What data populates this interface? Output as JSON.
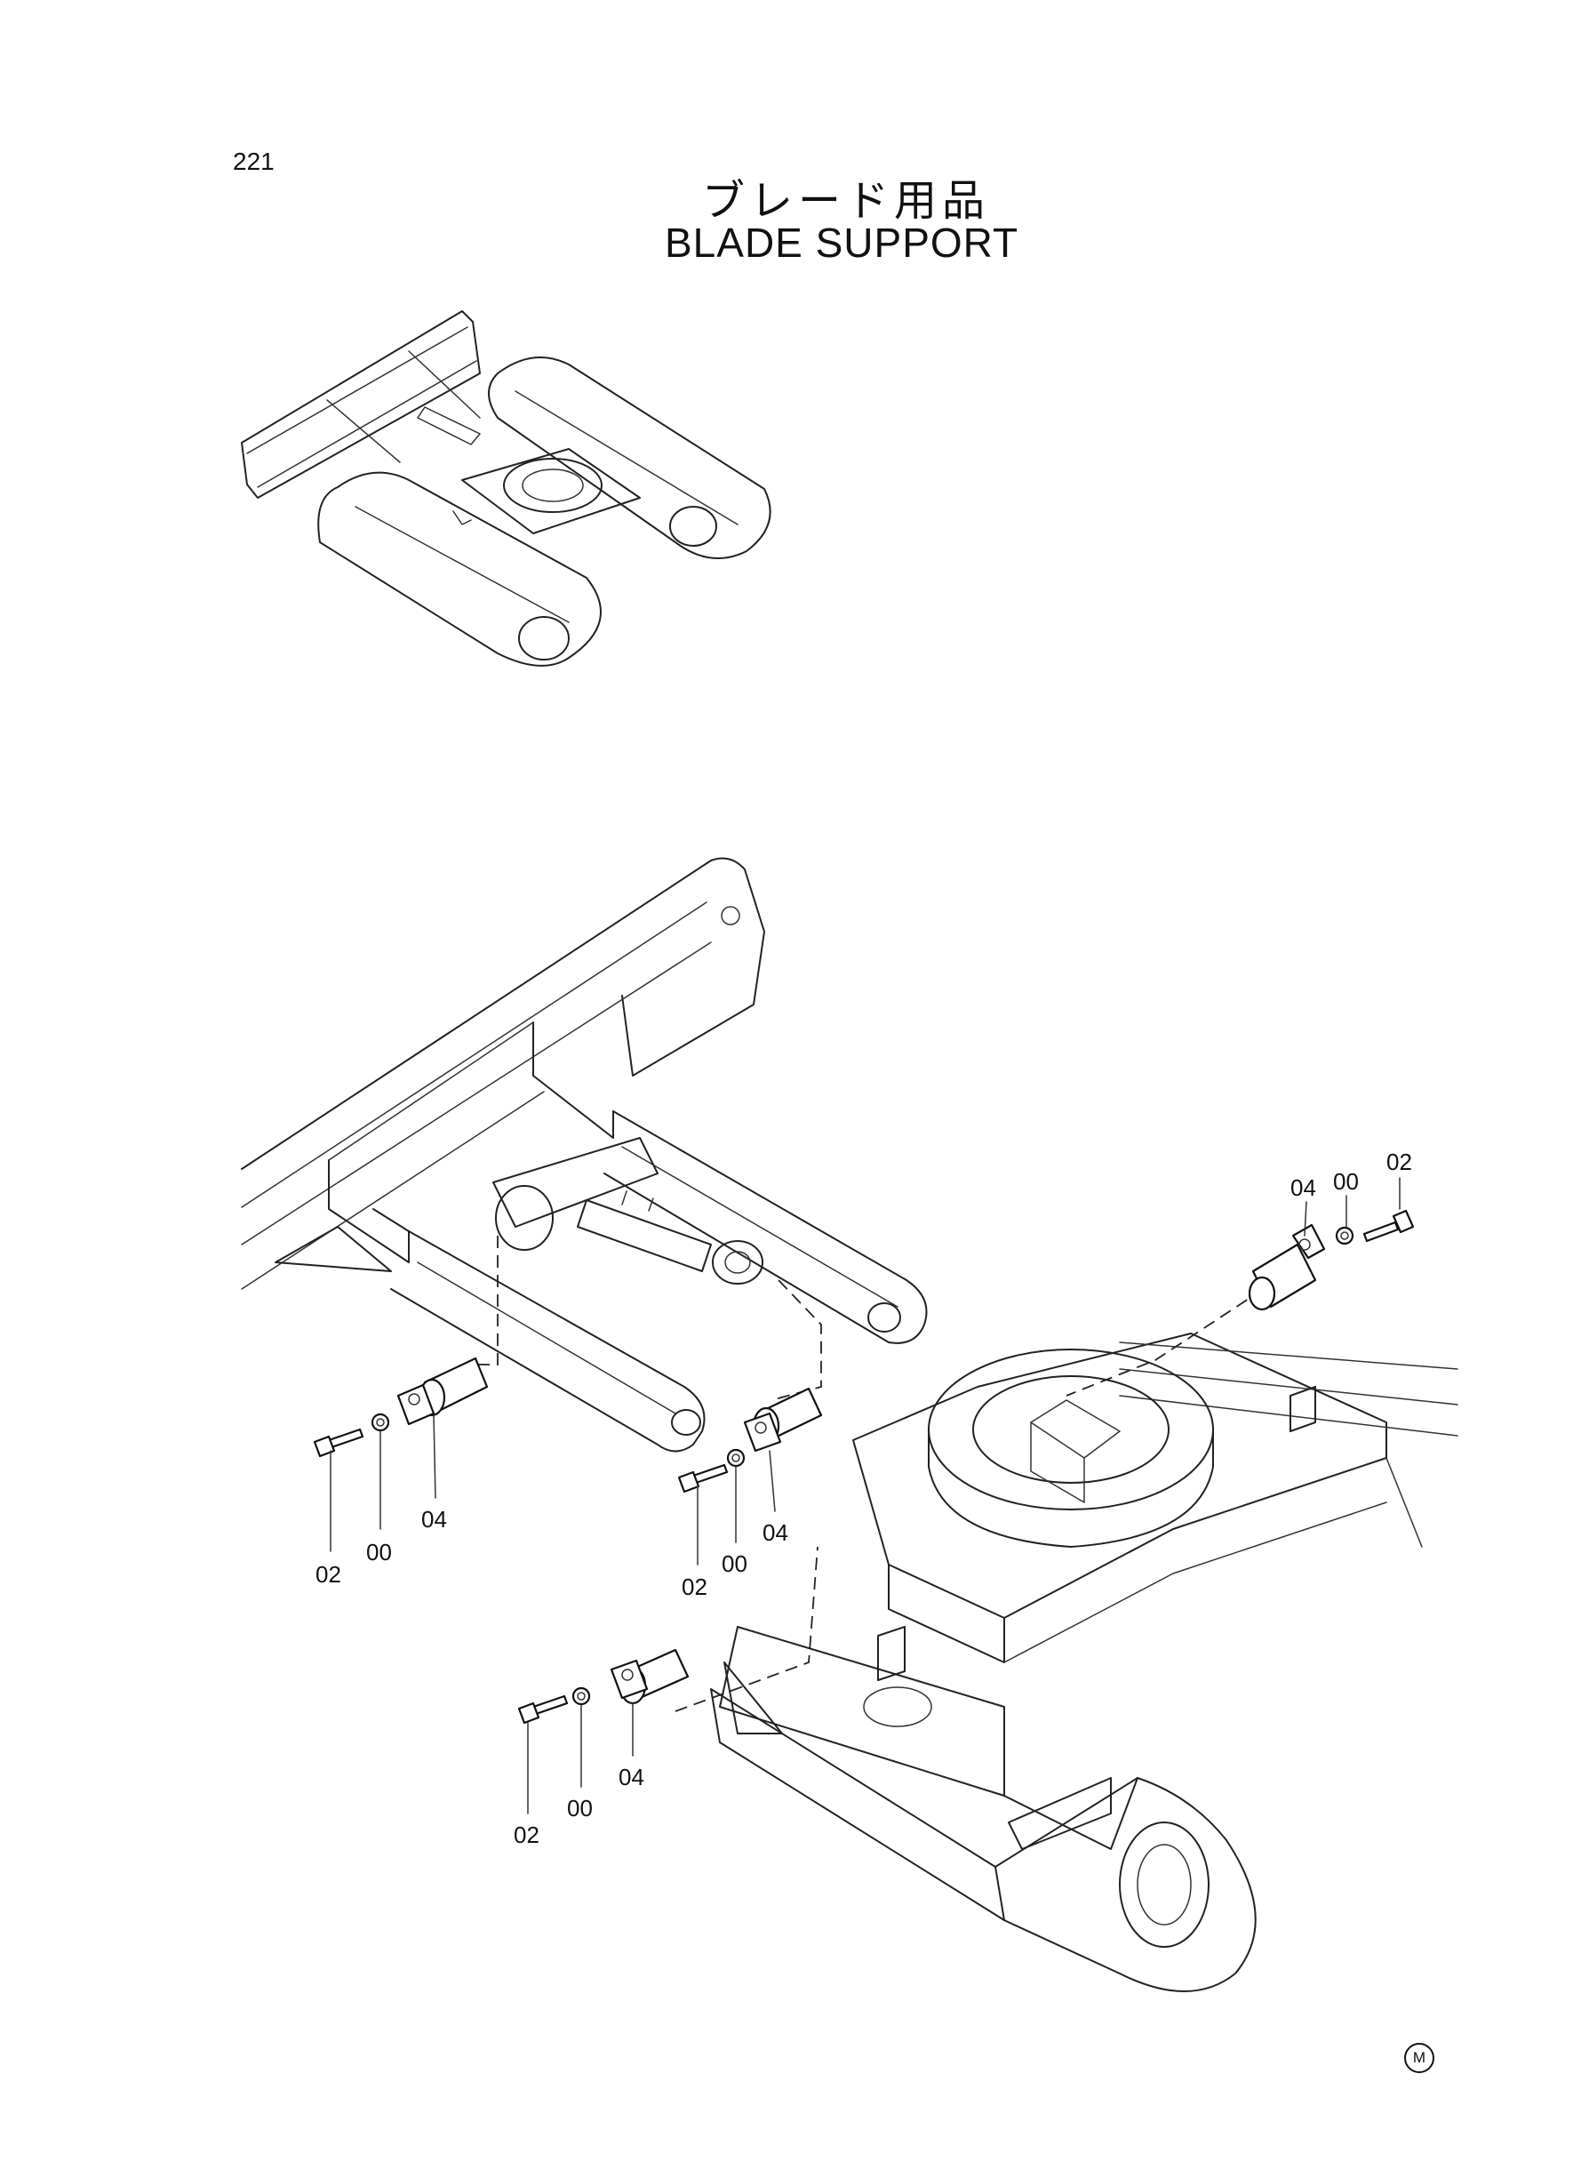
{
  "page": {
    "number": "221",
    "title_jp": "ブレード用品",
    "title_en": "BLADE SUPPORT",
    "corner_mark": "M"
  },
  "callouts": {
    "upper_right": {
      "bolt": "02",
      "washer": "00",
      "pin": "04"
    },
    "left": {
      "bolt": "02",
      "washer": "00",
      "pin": "04"
    },
    "center": {
      "bolt": "02",
      "washer": "00",
      "pin": "04"
    },
    "lower": {
      "bolt": "02",
      "washer": "00",
      "pin": "04"
    }
  }
}
